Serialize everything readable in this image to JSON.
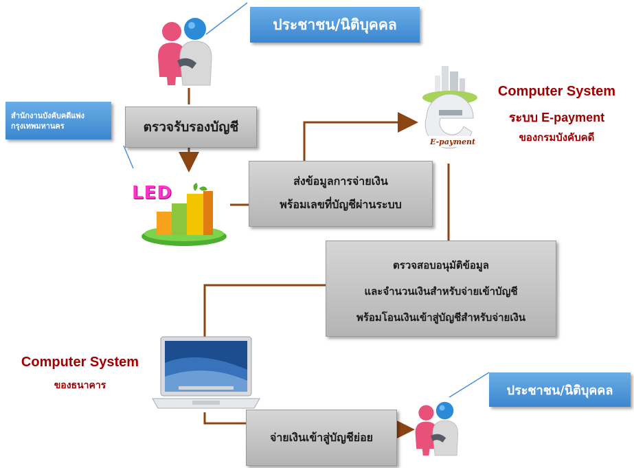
{
  "top_person_label": "ประชาชน/นิติบุคคล",
  "office_label": "สำนักงานบังคับคดีแพ่งกรุงเทพมหานคร",
  "verify_account_label": "ตรวจรับรองบัญชี",
  "send_data_label": [
    "ส่งข้อมูลการจ่ายเงิน",
    "พร้อมเลขที่บัญชีผ่านระบบ"
  ],
  "epayment_system": {
    "title": "Computer System",
    "subtitle": "ระบบ E-payment",
    "owner": "ของกรมบังคับคดี",
    "logo_caption": "E-payment"
  },
  "led_logo_text": "LED",
  "approve_label": [
    "ตรวจสอบอนุมัติข้อมูล",
    "และจำนวนเงินสำหรับจ่ายเข้าบัญชี",
    "พร้อมโอนเงินเข้าสู่บัญชีสำหรับจ่ายเงิน"
  ],
  "bank_system": {
    "title": "Computer System",
    "owner": "ของธนาคาร"
  },
  "pay_label": "จ่ายเงินเข้าสู่บัญชีย่อย",
  "bottom_person_label": "ประชาชน/นิติบุคคล",
  "colors": {
    "arrow": "#8b4513",
    "red": "#a00000",
    "blue": "#4a90d9"
  }
}
